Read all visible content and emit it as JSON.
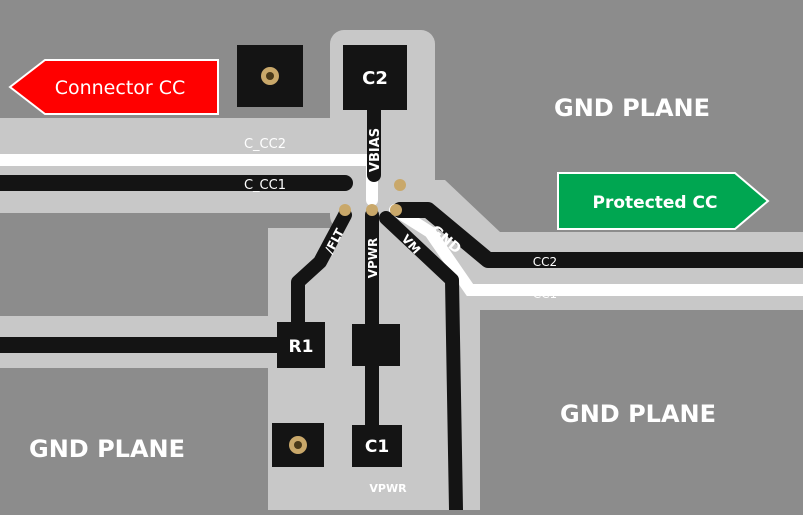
{
  "arrows": {
    "connector_cc": {
      "label": "Connector CC",
      "color": "#ff0000"
    },
    "protected_cc": {
      "label": "Protected CC",
      "color": "#00a651"
    }
  },
  "planes": {
    "gnd_top_right": "GND PLANE",
    "gnd_bottom_right": "GND PLANE",
    "gnd_bottom_left": "GND PLANE"
  },
  "components": {
    "c2": "C2",
    "r1": "R1",
    "c1": "C1"
  },
  "nets": {
    "c_cc2": "C_CC2",
    "c_cc1": "C_CC1",
    "vbias": "VBIAS",
    "flt": "/FLT",
    "vpwr": "VPWR",
    "vm": "VM",
    "gnd": "GND",
    "cc2": "CC2",
    "cc1": "CC1",
    "vpwr_bottom": "VPWR"
  },
  "colors": {
    "pcb_background": "#8c8c8c",
    "clearance": "#c8c8c8",
    "trace_black": "#141414",
    "trace_white": "#ffffff",
    "arrow_text": "#ffffff"
  }
}
